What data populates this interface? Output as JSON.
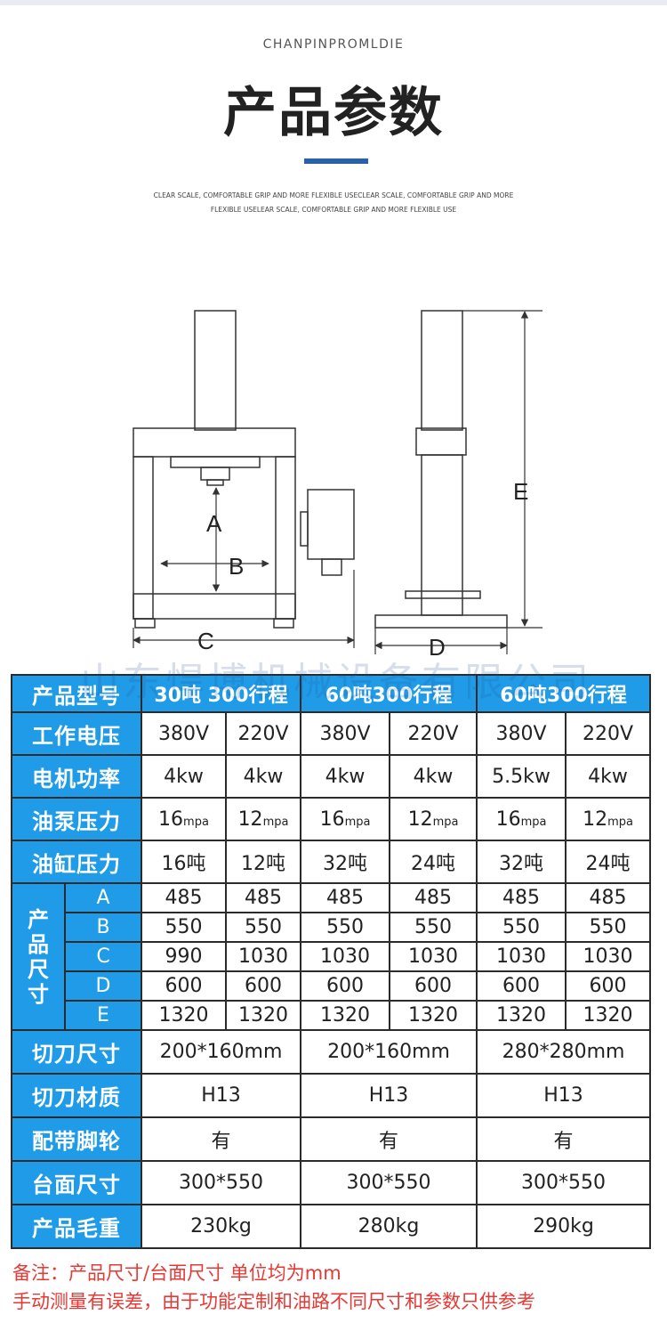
{
  "header": {
    "subtitle": "CHANPINPROMLDIE",
    "title": "产品参数",
    "description_line1": "CLEAR SCALE, COMFORTABLE GRIP AND MORE FLEXIBLE USECLEAR SCALE, COMFORTABLE GRIP AND MORE",
    "description_line2": "FLEXIBLE USELEAR SCALE, COMFORTABLE GRIP AND MORE FLEXIBLE USE"
  },
  "diagram": {
    "labels": {
      "a": "A",
      "b": "B",
      "c": "C",
      "d": "D",
      "e": "E"
    }
  },
  "watermark": "山东悍博机械设备有限公司",
  "table": {
    "header": {
      "label": "产品型号",
      "models": [
        "30吨 300行程",
        "60吨300行程",
        "60吨300行程"
      ]
    },
    "voltage": {
      "label": "工作电压",
      "values": [
        "380V",
        "220V",
        "380V",
        "220V",
        "380V",
        "220V"
      ]
    },
    "motor": {
      "label": "电机功率",
      "values": [
        "4kw",
        "4kw",
        "4kw",
        "4kw",
        "5.5kw",
        "4kw"
      ]
    },
    "pump": {
      "label": "油泵压力",
      "values": [
        "16",
        "12",
        "16",
        "12",
        "16",
        "12"
      ],
      "unit": "mpa"
    },
    "cylinder": {
      "label": "油缸压力",
      "values": [
        "16吨",
        "12吨",
        "32吨",
        "24吨",
        "32吨",
        "24吨"
      ]
    },
    "dims": {
      "label": "产品尺寸",
      "rows": [
        {
          "key": "A",
          "values": [
            "485",
            "485",
            "485",
            "485",
            "485",
            "485"
          ]
        },
        {
          "key": "B",
          "values": [
            "550",
            "550",
            "550",
            "550",
            "550",
            "550"
          ]
        },
        {
          "key": "C",
          "values": [
            "990",
            "1030",
            "1030",
            "1030",
            "1030",
            "1030"
          ]
        },
        {
          "key": "D",
          "values": [
            "600",
            "600",
            "600",
            "600",
            "600",
            "600"
          ]
        },
        {
          "key": "E",
          "values": [
            "1320",
            "1320",
            "1320",
            "1320",
            "1320",
            "1320"
          ]
        }
      ]
    },
    "cutter_size": {
      "label": "切刀尺寸",
      "values": [
        "200*160mm",
        "200*160mm",
        "280*280mm"
      ]
    },
    "cutter_material": {
      "label": "切刀材质",
      "values": [
        "H13",
        "H13",
        "H13"
      ]
    },
    "casters": {
      "label": "配带脚轮",
      "values": [
        "有",
        "有",
        "有"
      ]
    },
    "table_size": {
      "label": "台面尺寸",
      "values": [
        "300*550",
        "300*550",
        "300*550"
      ]
    },
    "weight": {
      "label": "产品毛重",
      "values": [
        "230kg",
        "280kg",
        "290kg"
      ]
    }
  },
  "notes": {
    "line1": "备注：产品尺寸/台面尺寸 单位均为mm",
    "line2": "手动测量有误差，由于功能定制和油路不同尺寸和参数只供参考"
  },
  "colors": {
    "accent": "#2a62a8",
    "table_label_bg": "#1f9be8",
    "note_text": "#e53935"
  }
}
